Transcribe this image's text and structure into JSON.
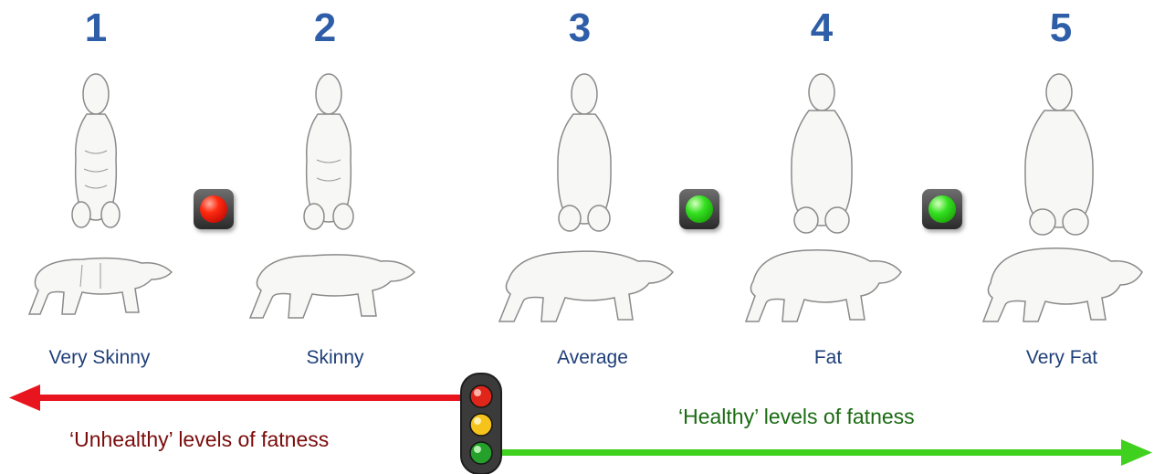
{
  "scale": [
    {
      "number": "1",
      "label": "Very Skinny"
    },
    {
      "number": "2",
      "label": "Skinny"
    },
    {
      "number": "3",
      "label": "Average"
    },
    {
      "number": "4",
      "label": "Fat"
    },
    {
      "number": "5",
      "label": "Very Fat"
    }
  ],
  "indicators": [
    {
      "between": "1-2",
      "color": "red"
    },
    {
      "between": "3-4",
      "color": "green"
    },
    {
      "between": "4-5",
      "color": "green"
    }
  ],
  "unhealthy_text": "‘Unhealthy’ levels of fatness",
  "healthy_text": "‘Healthy’ levels of fatness",
  "colors": {
    "number": "#2e5ea8",
    "label": "#1f3f78",
    "unhealthy_arrow": "#e8141e",
    "healthy_arrow": "#3fd11e",
    "unhealthy_text": "#7a0c0c",
    "healthy_text": "#1a6b12"
  }
}
